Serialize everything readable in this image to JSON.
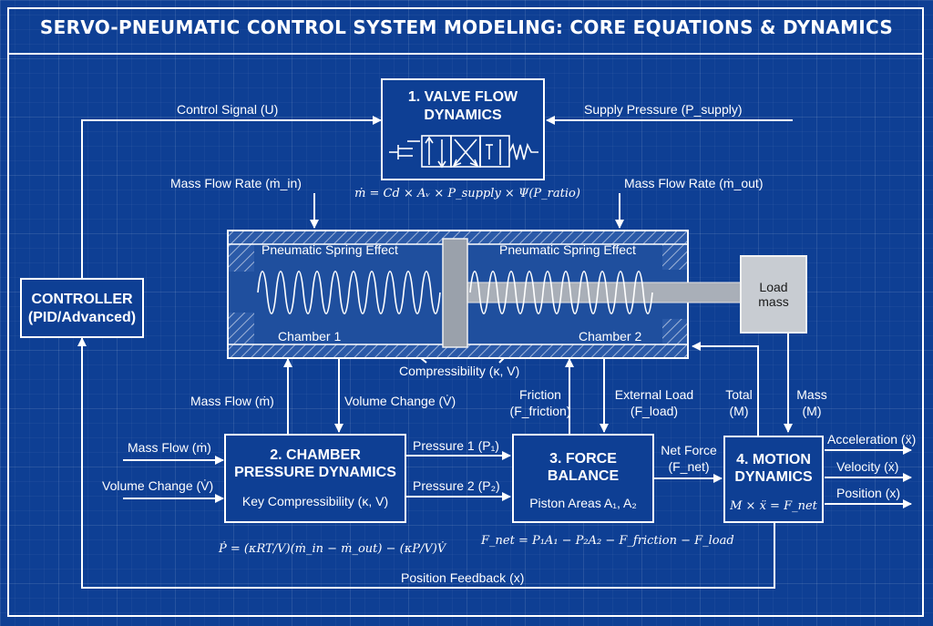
{
  "title": "SERVO-PNEUMATIC CONTROL SYSTEM MODELING: CORE EQUATIONS & DYNAMICS",
  "controller": {
    "line1": "CONTROLLER",
    "line2": "(PID/Advanced)"
  },
  "valve": {
    "line1": "1. VALVE FLOW",
    "line2": "DYNAMICS",
    "equation": "ṁ = Cd × Aᵥ × P_supply × Ψ(P_ratio)"
  },
  "cylinder": {
    "spring_left": "Pneumatic Spring Effect",
    "spring_right": "Pneumatic Spring Effect",
    "chamber1": "Chamber 1",
    "chamber2": "Chamber 2",
    "compressibility": "Compressibility (κ, V)"
  },
  "load_mass": {
    "line1": "Load",
    "line2": "mass"
  },
  "chamber_box": {
    "line1": "2. CHAMBER",
    "line2": "PRESSURE DYNAMICS",
    "sub": "Key Compressibility (κ, V)",
    "equation": "Ṗ = (κRT/V)(ṁ_in − ṁ_out) − (κP/V)V̇"
  },
  "force_box": {
    "line1": "3. FORCE",
    "line2": "BALANCE",
    "sub": "Piston Areas A₁, A₂",
    "equation": "F_net = P₁A₁ − P₂A₂ − F_friction − F_load"
  },
  "motion_box": {
    "line1": "4. MOTION",
    "line2": "DYNAMICS",
    "equation": "M × ẍ = F_net"
  },
  "labels": {
    "control_signal": "Control Signal (U)",
    "supply_pressure": "Supply Pressure (P_supply)",
    "mass_flow_rate_in": "Mass Flow Rate (ṁ_in)",
    "mass_flow_rate_out": "Mass Flow Rate (ṁ_out)",
    "mass_flow_up": "Mass Flow (ṁ)",
    "volume_change_down": "Volume Change (V̇)",
    "friction_1": "Friction",
    "friction_2": "(F_friction)",
    "external_load_1": "External Load",
    "external_load_2": "(F_load)",
    "total_1": "Total",
    "total_2": "(M)",
    "mass_1": "Mass",
    "mass_2": "(M)",
    "mass_flow_in": "Mass Flow (ṁ)",
    "volume_change_in": "Volume Change (V̇)",
    "pressure1": "Pressure 1 (P₁)",
    "pressure2": "Pressure 2 (P₂)",
    "net_force_1": "Net Force",
    "net_force_2": "(F_net)",
    "acceleration": "Acceleration (ẍ)",
    "velocity": "Velocity (ẋ)",
    "position": "Position (x)",
    "position_feedback": "Position Feedback (x)"
  }
}
